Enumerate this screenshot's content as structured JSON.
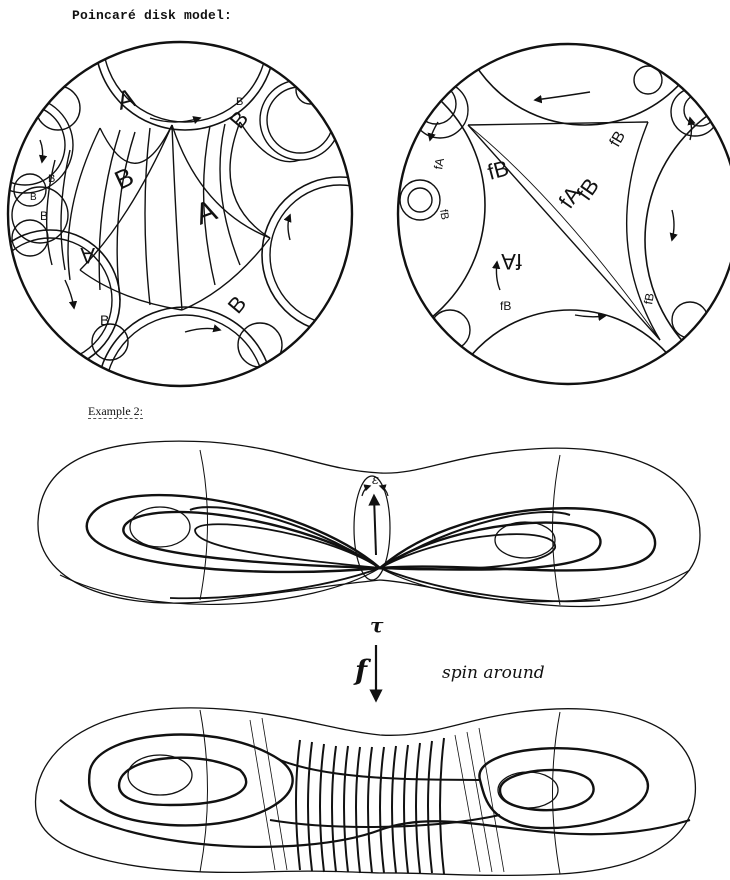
{
  "heading": "Poincaré disk model:",
  "example_label": "Example 2:",
  "left_disk": {
    "labels": [
      "A",
      "B",
      "A",
      "B",
      "B",
      "B",
      "A",
      "B",
      "B",
      "B",
      "B"
    ]
  },
  "right_disk": {
    "labels": [
      "fA",
      "fB",
      "fB",
      "fA",
      "fB",
      "fB",
      "fA",
      "fB",
      "fB"
    ]
  },
  "surface": {
    "tau": "τ",
    "f": "f",
    "epsilon": "ε",
    "spin": "spin around"
  },
  "colors": {
    "ink": "#111111",
    "paper": "#ffffff"
  }
}
